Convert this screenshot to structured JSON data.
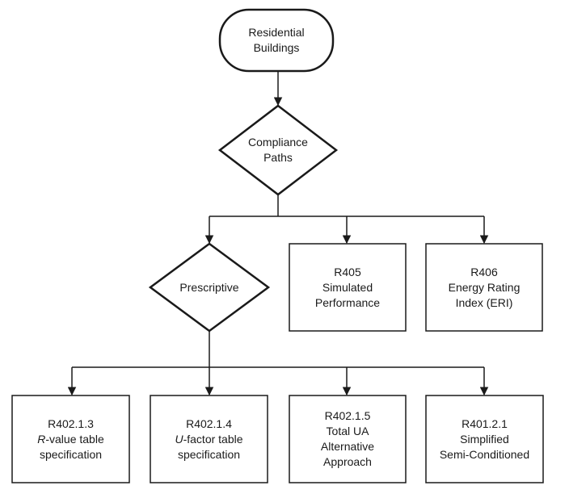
{
  "colors": {
    "stroke": "#1a1a1a",
    "fill": "#ffffff",
    "text": "#1a1a1a"
  },
  "nodes": {
    "root": {
      "lines": [
        "Residential",
        "Buildings"
      ]
    },
    "compliance": {
      "lines": [
        "Compliance",
        "Paths"
      ]
    },
    "prescriptive": {
      "lines": [
        "Prescriptive"
      ]
    },
    "r405": {
      "lines": [
        "R405",
        "Simulated",
        "Performance"
      ]
    },
    "r406": {
      "lines": [
        "R406",
        "Energy Rating",
        "Index (ERI)"
      ]
    },
    "r40213": {
      "code": "R402.1.3",
      "italic_prefix": "R",
      "rest": "-value table",
      "line3": "specification"
    },
    "r40214": {
      "code": "R402.1.4",
      "italic_prefix": "U",
      "rest": "-factor table",
      "line3": "specification"
    },
    "r40215": {
      "lines": [
        "R402.1.5",
        "Total UA",
        "Alternative",
        "Approach"
      ]
    },
    "r40121": {
      "lines": [
        "R401.2.1",
        "Simplified",
        "Semi-Conditioned"
      ]
    }
  }
}
